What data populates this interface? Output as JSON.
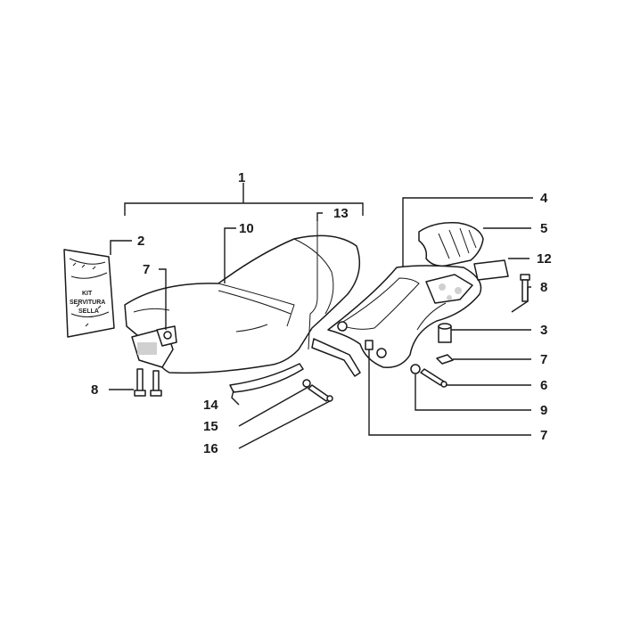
{
  "callouts": {
    "c1": "1",
    "c2": "2",
    "c3": "3",
    "c4": "4",
    "c5": "5",
    "c6": "6",
    "c7a": "7",
    "c7b": "7",
    "c7c": "7",
    "c8a": "8",
    "c8b": "8",
    "c9": "9",
    "c10": "10",
    "c12": "12",
    "c13": "13",
    "c14": "14",
    "c15": "15",
    "c16": "16"
  },
  "bag_label": {
    "line1": "KIT",
    "line2": "SERVITURA",
    "line3": "SELLA"
  }
}
